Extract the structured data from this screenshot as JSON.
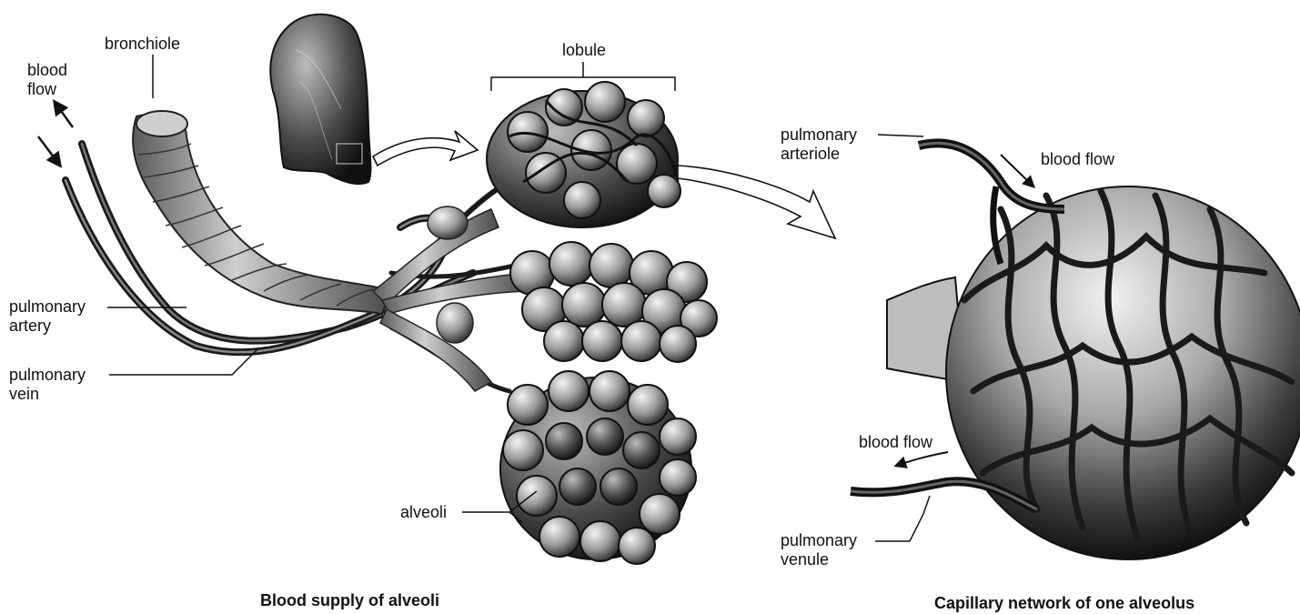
{
  "left_figure": {
    "caption": "Blood supply of alveoli",
    "labels": {
      "bronchiole": "bronchiole",
      "blood_flow_1": "blood",
      "blood_flow_2": "flow",
      "lobule": "lobule",
      "pulmonary_artery_1": "pulmonary",
      "pulmonary_artery_2": "artery",
      "pulmonary_vein_1": "pulmonary",
      "pulmonary_vein_2": "vein",
      "alveoli": "alveoli"
    }
  },
  "right_figure": {
    "caption": "Capillary network of one alveolus",
    "labels": {
      "pulmonary_arteriole_1": "pulmonary",
      "pulmonary_arteriole_2": "arteriole",
      "blood_flow_in": "blood flow",
      "blood_flow_out": "blood flow",
      "pulmonary_venule_1": "pulmonary",
      "pulmonary_venule_2": "venule"
    }
  },
  "colors": {
    "ink": "#111111",
    "tissue_dark": "#2a2a2a",
    "tissue_mid": "#7a7a7a",
    "tissue_light": "#d9d9d9"
  }
}
